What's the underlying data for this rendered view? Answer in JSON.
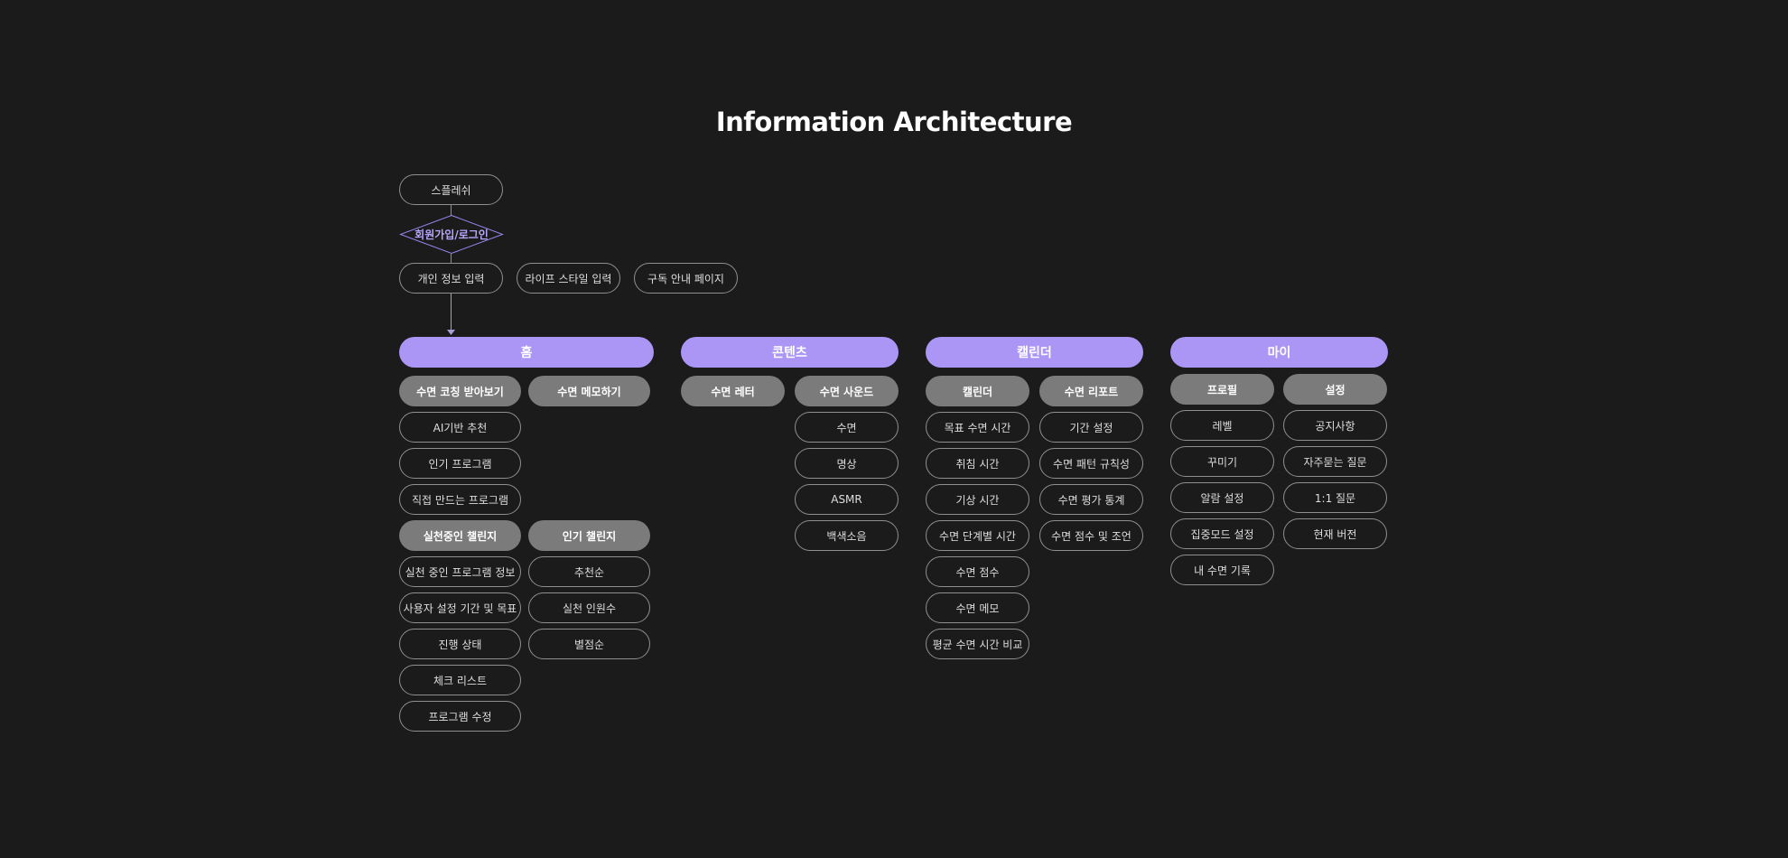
{
  "title": "Information Architecture",
  "colors": {
    "background": "#1b1b1b",
    "accent_purple": "#ab96f6",
    "sub_gray": "#7b7b7b",
    "outline": "#8f8f8f",
    "diamond": "#9a86f0"
  },
  "onboarding": {
    "splash": "스플레쉬",
    "signup_login": "회원가입/로그인",
    "personal_info": "개인 정보 입력",
    "lifestyle": "라이프 스타일 입력",
    "subscription": "구독 안내 페이지"
  },
  "home": {
    "label": "홈",
    "coaching": {
      "label": "수면 코칭 받아보기",
      "items": [
        "AI기반 추천",
        "인기 프로그램",
        "직접 만드는 프로그램"
      ]
    },
    "memo": {
      "label": "수면 메모하기"
    },
    "active_challenge": {
      "label": "실천중인 챌린지",
      "items": [
        "실천 중인 프로그램 정보",
        "사용자 설정 기간 및 목표",
        "진행 상태",
        "체크 리스트",
        "프로그램 수정"
      ]
    },
    "popular_challenge": {
      "label": "인기 챌린지",
      "items": [
        "추천순",
        "실천 인원수",
        "별점순"
      ]
    }
  },
  "contents": {
    "label": "콘텐츠",
    "letter": {
      "label": "수면 레터"
    },
    "sound": {
      "label": "수면 사운드",
      "items": [
        "수면",
        "명상",
        "ASMR",
        "백색소음"
      ]
    }
  },
  "calendar": {
    "label": "캘린더",
    "calendar": {
      "label": "캘린더",
      "items": [
        "목표 수면 시간",
        "취침 시간",
        "기상 시간",
        "수면 단계별 시간",
        "수면 점수",
        "수면 메모",
        "평균 수면 시간 비교"
      ]
    },
    "report": {
      "label": "수면 리포트",
      "items": [
        "기간 설정",
        "수면 패턴 규칙성",
        "수면 평가 통계",
        "수면 점수 및 조언"
      ]
    }
  },
  "my": {
    "label": "마이",
    "profile": {
      "label": "프로필",
      "items": [
        "레벨",
        "꾸미기",
        "알람 설정",
        "집중모드 설정",
        "내 수면 기록"
      ]
    },
    "settings": {
      "label": "설정",
      "items": [
        "공지사항",
        "자주묻는 질문",
        "1:1 질문",
        "현재 버전"
      ]
    }
  }
}
